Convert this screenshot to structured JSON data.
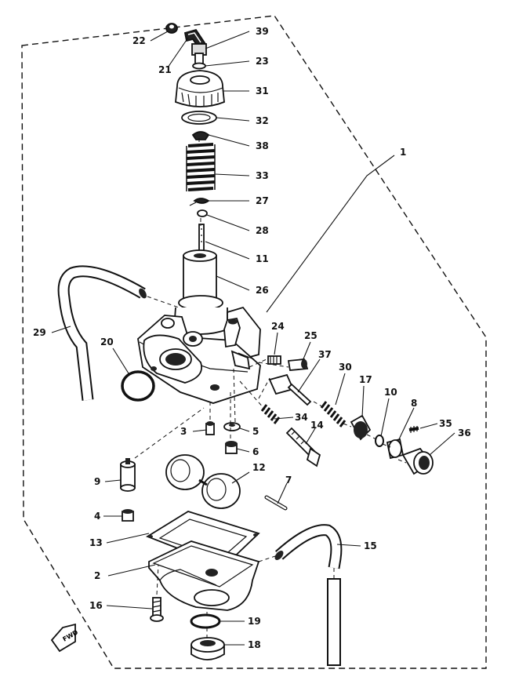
{
  "diagram": {
    "labels": {
      "p1": "1",
      "p2": "2",
      "p3": "3",
      "p4": "4",
      "p5": "5",
      "p6": "6",
      "p7": "7",
      "p8": "8",
      "p9": "9",
      "p10": "10",
      "p11": "11",
      "p12": "12",
      "p13": "13",
      "p14": "14",
      "p15": "15",
      "p16": "16",
      "p17": "17",
      "p18": "18",
      "p19": "19",
      "p20": "20",
      "p21": "21",
      "p22": "22",
      "p23": "23",
      "p24": "24",
      "p25": "25",
      "p26": "26",
      "p27": "27",
      "p28": "28",
      "p29": "29",
      "p30": "30",
      "p31": "31",
      "p32": "32",
      "p33": "33",
      "p34": "34",
      "p35": "35",
      "p36": "36",
      "p37": "37",
      "p38": "38",
      "p39": "39"
    },
    "front_arrow": "FWD"
  }
}
